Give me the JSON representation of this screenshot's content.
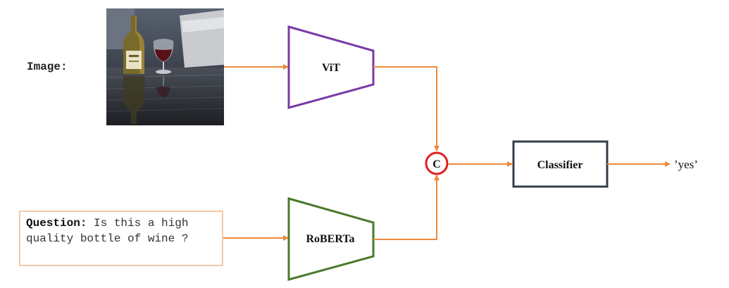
{
  "image_label": "Image:",
  "question": {
    "label": "Question:",
    "text": " Is this a high quality bottle of wine ?"
  },
  "encoders": {
    "vision": "ViT",
    "text": "RoBERTa"
  },
  "concat_symbol": "C",
  "classifier": "Classifier",
  "output": "’yes’",
  "colors": {
    "arrow": "#ee8a3c",
    "vit": "#7a3aa8",
    "roberta": "#4a7a2c",
    "classifier_border": "#333d4a",
    "concat_ring": "#e02020",
    "question_border": "#f3c9a8"
  }
}
